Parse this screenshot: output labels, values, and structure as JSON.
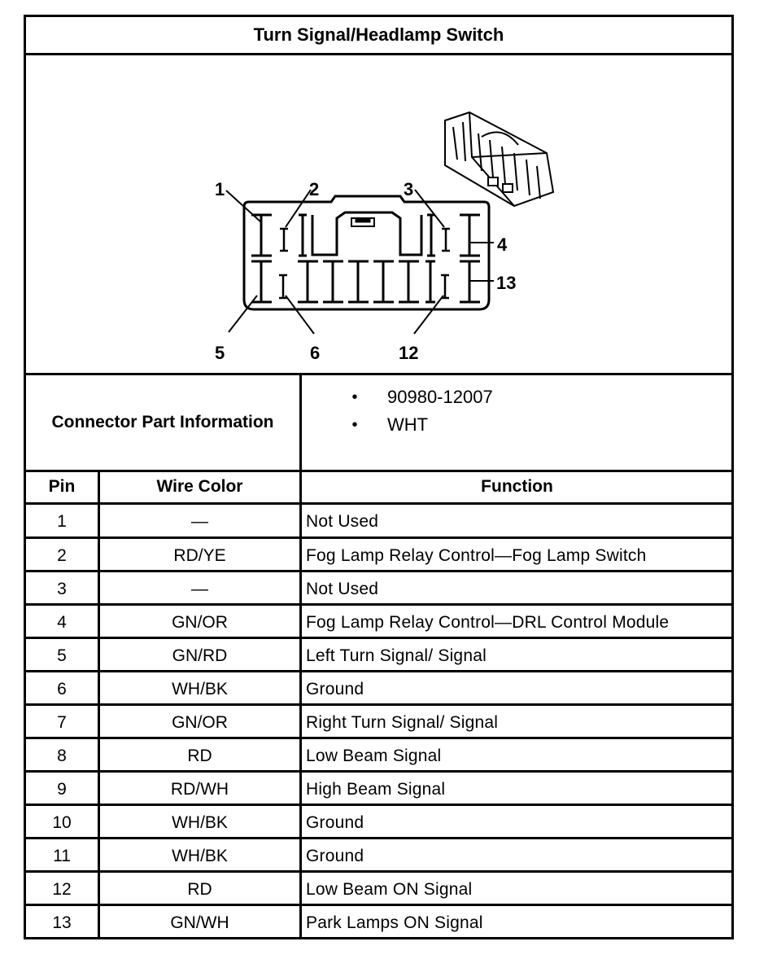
{
  "title": "Turn Signal/Headlamp Switch",
  "diagram": {
    "pin_labels": {
      "p1": "1",
      "p2": "2",
      "p3": "3",
      "p4": "4",
      "p5": "5",
      "p6": "6",
      "p12": "12",
      "p13": "13"
    }
  },
  "connector_info": {
    "label": "Connector Part Information",
    "items": [
      "90980-12007",
      "WHT"
    ],
    "bullet": "•"
  },
  "table": {
    "headers": {
      "pin": "Pin",
      "wire": "Wire Color",
      "function": "Function"
    },
    "rows": [
      {
        "pin": "1",
        "wire": "—",
        "function": "Not Used"
      },
      {
        "pin": "2",
        "wire": "RD/YE",
        "function": "Fog Lamp Relay Control—Fog Lamp Switch"
      },
      {
        "pin": "3",
        "wire": "—",
        "function": "Not Used"
      },
      {
        "pin": "4",
        "wire": "GN/OR",
        "function": "Fog Lamp Relay Control—DRL Control Module"
      },
      {
        "pin": "5",
        "wire": "GN/RD",
        "function": "Left Turn Signal/ Signal"
      },
      {
        "pin": "6",
        "wire": "WH/BK",
        "function": "Ground"
      },
      {
        "pin": "7",
        "wire": "GN/OR",
        "function": "Right Turn Signal/ Signal"
      },
      {
        "pin": "8",
        "wire": "RD",
        "function": "Low Beam Signal"
      },
      {
        "pin": "9",
        "wire": "RD/WH",
        "function": "High Beam Signal"
      },
      {
        "pin": "10",
        "wire": "WH/BK",
        "function": "Ground"
      },
      {
        "pin": "11",
        "wire": "WH/BK",
        "function": "Ground"
      },
      {
        "pin": "12",
        "wire": "RD",
        "function": "Low Beam ON Signal"
      },
      {
        "pin": "13",
        "wire": "GN/WH",
        "function": "Park Lamps ON Signal"
      }
    ]
  }
}
